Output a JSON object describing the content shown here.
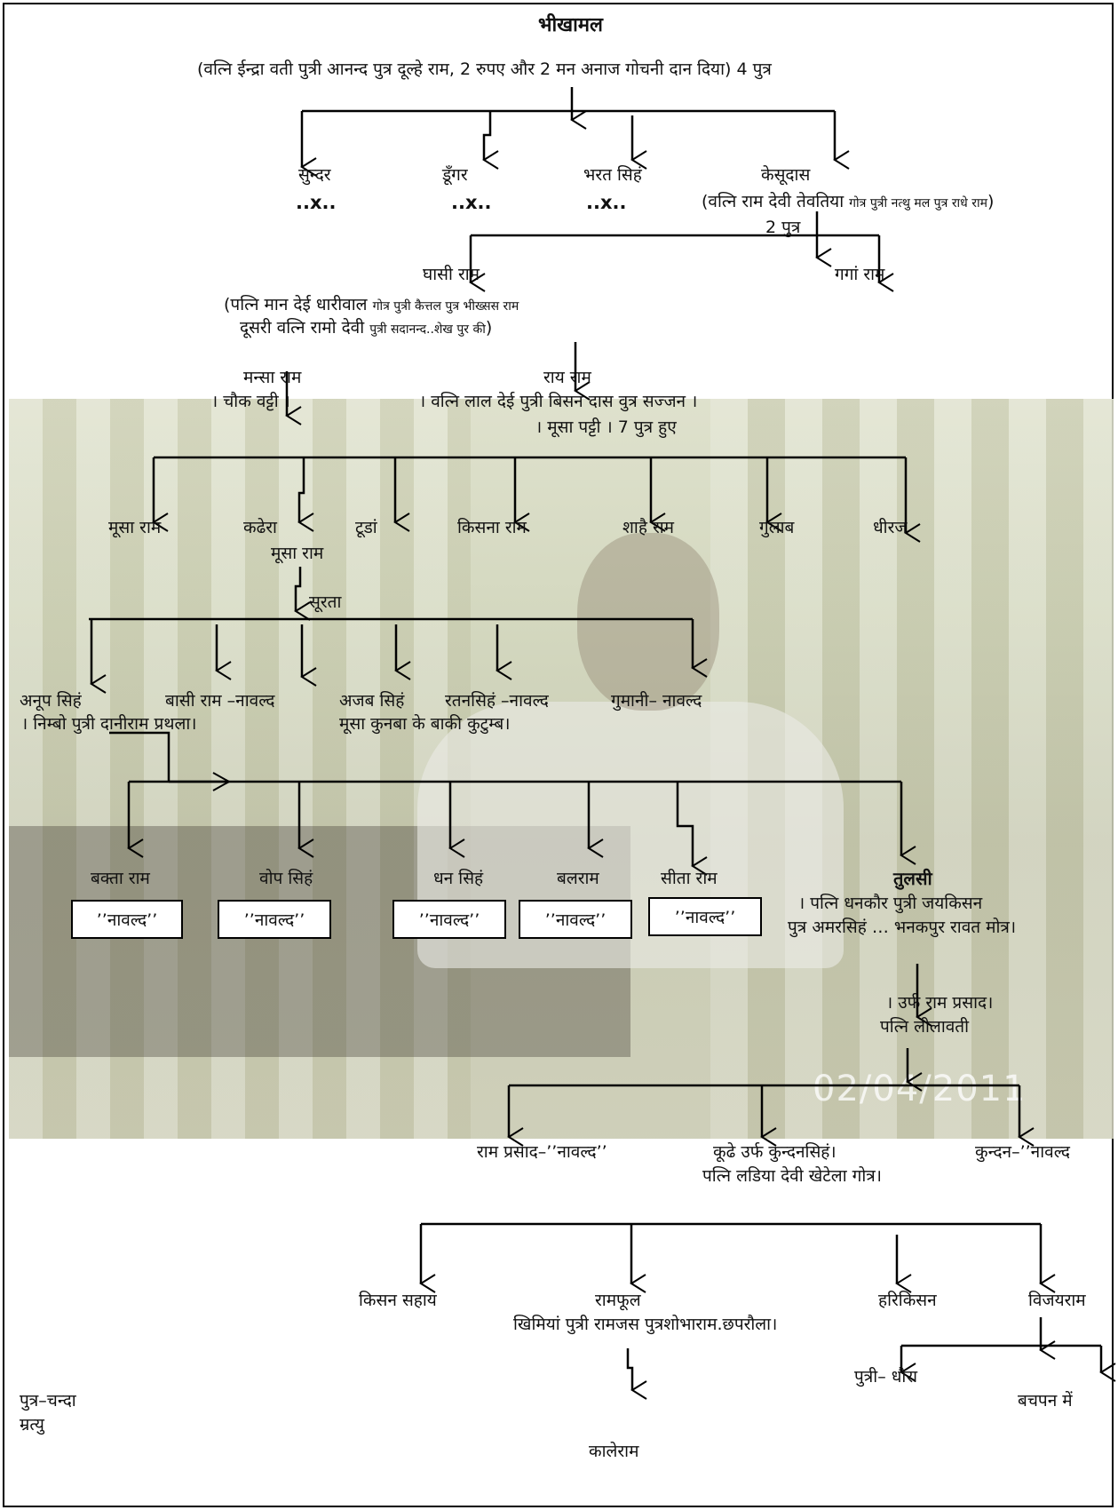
{
  "title": "भीखामल",
  "gen1_note": "(वत्नि ईन्द्रा वती पुत्री आनन्द पुत्र दूल्हे राम, 2 रुपए और 2 मन अनाज गोचनी दान दिया) 4 पुत्र",
  "gen2": {
    "sundar": "सुन्दर",
    "dungar": "डूँगर",
    "bharat": "भरत सिहं",
    "kesudas": "केसूदास",
    "x_mark": "..x..",
    "kesudas_note_a": "(वत्नि राम देवी तेवतिया",
    "kesudas_note_b": "गोत्र  पुत्री नत्थु मल पुत्र राधे राम",
    "kesudas_note_c": ")",
    "kesudas_sons": "2 पुत्र"
  },
  "gen3": {
    "ghasi": "घासी राम",
    "ganga": "गगां राम",
    "ghasi_note_a": "(पत्नि मान देई धारीवाल",
    "ghasi_note_b": "गोत्र  पुत्री कैत्तल पुत्र भीख्सस राम",
    "ghasi_note_c1": "दूसरी वत्नि रामो देवी",
    "ghasi_note_c2": "पुत्री सदानन्द..शेख पुर की",
    "ghasi_note_c3": ")"
  },
  "gen4": {
    "mansa": "मन्सा राम",
    "mansa_note": "। चौक वट्टी ।",
    "ray": "राय राम",
    "ray_note1": "। वत्नि लाल देई पुत्री बिसन दास वुत्र सज्जन ।",
    "ray_note2": "। मूसा पट्टी ।  7 पुत्र हुए"
  },
  "gen5": {
    "musa": "मूसा राम",
    "kadhera": "कढेरा",
    "kadhera_alias": "मूसा राम",
    "tuda": "टूडां",
    "kisna": "किसना राम",
    "shah": "शाहै राम",
    "gulab": "गुलाब",
    "dhiraj": "धीरज"
  },
  "surta": "सूरता",
  "gen6": {
    "anup": "अनूप सिहं",
    "anup_note": "। निम्बो पुत्री दानीराम प्रथला।",
    "basi": "बासी राम –नावल्द",
    "ajab": "अजब सिहं",
    "ratan": "रतनसिहं –नावल्द",
    "gumani": "गुमानी– नावल्द",
    "kunba": "मूसा कुनबा के बाकी कुटुम्ब।"
  },
  "gen7": {
    "bakta": "बक्ता राम",
    "vop": "वोप सिहं",
    "dhan": "धन सिहं",
    "balram": "बलराम",
    "sita": "सीता राम",
    "tulsi": "तुलसी",
    "tulsi_note1": "। पत्नि धनकौर पुत्री जयकिसन",
    "tulsi_note2": "पुत्र अमरसिहं … भनकपुर रावत मोत्र।",
    "nawald_box": "’’नावल्द’’"
  },
  "gen8": {
    "urf": "। उर्फ राम प्रसाद।",
    "wife": "पत्नि लीलावती"
  },
  "gen9": {
    "ramprasad": "राम प्रसाद–’’नावल्द’’",
    "kudhe": "कूढे उर्फ कुन्दनसिहं।",
    "kudhe_wife": "पत्नि लडिया देवी खेटेला गोत्र।",
    "kundan": "कुन्दन–’’नावल्द"
  },
  "gen10": {
    "kisan": "किसन सहाय",
    "ramphool": "रामफूल",
    "ramphool_note": "खिमियां पुत्री रामजस पुत्रशोभाराम.छपरौला।",
    "harikisan": "हरिकिसन",
    "vijay": "विजयराम"
  },
  "gen11": {
    "kaleram": "कालेराम",
    "dhaura": "पुत्री– धौरा",
    "bachpan": "बचपन में",
    "chanda": "पुत्र–चन्दा",
    "mratyu": "म्रत्यु"
  },
  "photo_date": "02/04/2011"
}
